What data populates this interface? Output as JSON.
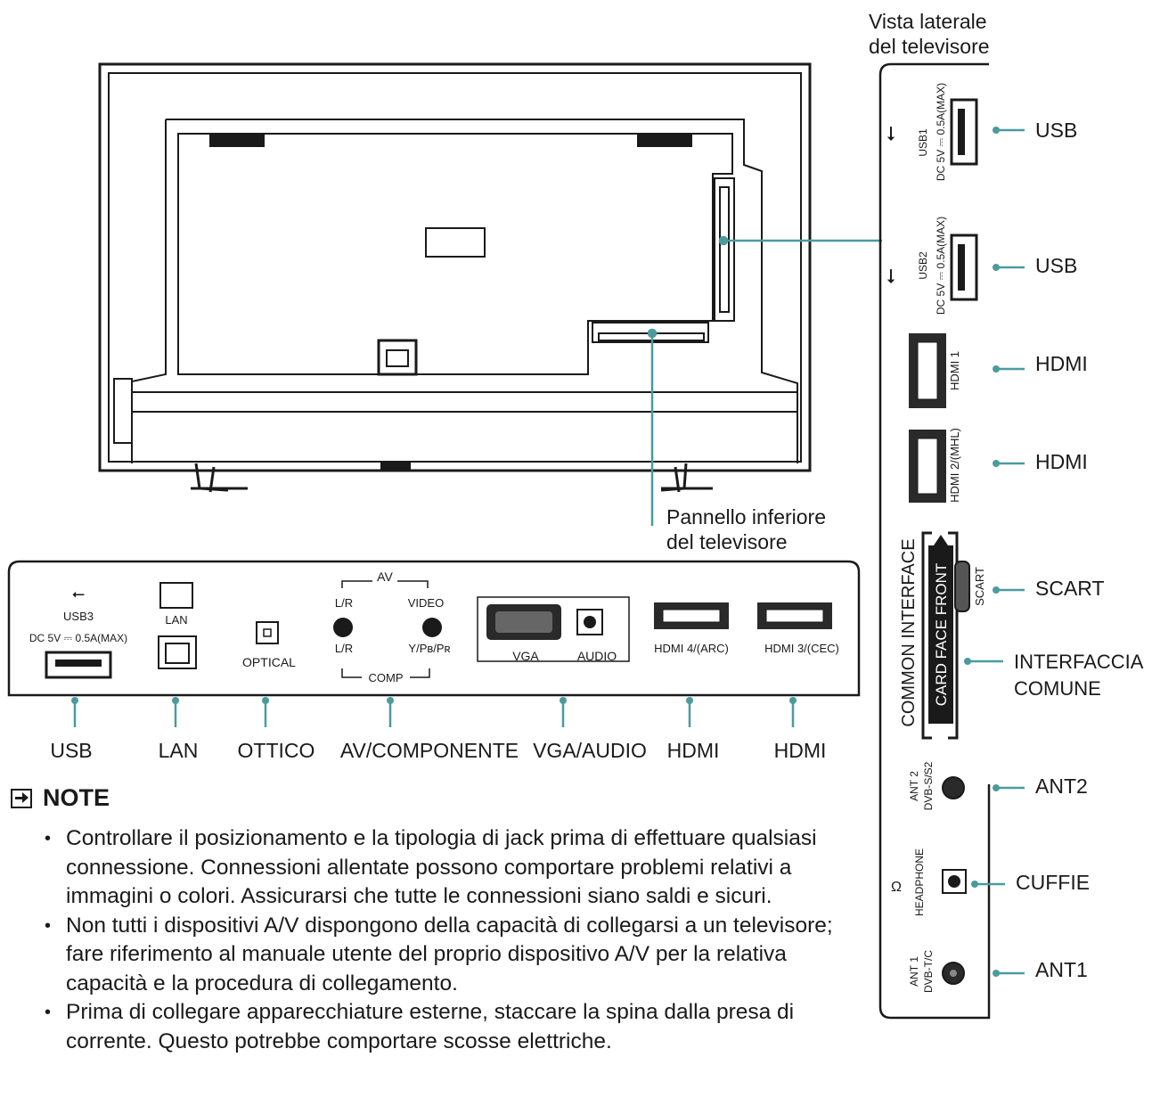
{
  "side_view": {
    "title_line1": "Vista laterale",
    "title_line2": "del televisore"
  },
  "bottom_view": {
    "title_line1": "Pannello inferiore",
    "title_line2": "del televisore"
  },
  "side_ports": {
    "usb1_name": "USB1",
    "usb1_rating": "DC 5V ⎓ 0.5A(MAX)",
    "usb2_name": "USB2",
    "usb2_rating": "DC 5V ⎓ 0.5A(MAX)",
    "hdmi1": "HDMI 1",
    "hdmi2": "HDMI 2/(MHL)",
    "common_interface": "COMMON INTERFACE",
    "card_face": "CARD FACE FRONT",
    "scart": "SCART",
    "ant2_line1": "ANT 2",
    "ant2_line2": "DVB-S/S2",
    "headphone": "HEADPHONE",
    "ant1_line1": "ANT 1",
    "ant1_line2": "DVB-T/C"
  },
  "side_callouts": {
    "usb_a": "USB",
    "usb_b": "USB",
    "hdmi_a": "HDMI",
    "hdmi_b": "HDMI",
    "scart": "SCART",
    "ci_line1": "INTERFACCIA",
    "ci_line2": "COMUNE",
    "ant2": "ANT2",
    "headphones": "CUFFIE",
    "ant1": "ANT1"
  },
  "bottom_ports": {
    "usb3": "USB3",
    "usb3_rating": "DC 5V ⎓ 0.5A(MAX)",
    "lan": "LAN",
    "optical": "OPTICAL",
    "av": "AV",
    "lr_top": "L/R",
    "video": "VIDEO",
    "lr_bottom": "L/R",
    "ypbpr": "Y/Pʙ/Pʀ",
    "comp": "COMP",
    "vga": "VGA",
    "audio": "AUDIO",
    "hdmi4": "HDMI 4/(ARC)",
    "hdmi3": "HDMI 3/(CEC)"
  },
  "bottom_callouts": {
    "usb": "USB",
    "lan": "LAN",
    "optical": "OTTICO",
    "av": "AV/COMPONENTE",
    "vga": "VGA/AUDIO",
    "hdmi_a": "HDMI",
    "hdmi_b": "HDMI"
  },
  "notes": {
    "heading": "NOTE",
    "items": [
      "Controllare il posizionamento e la tipologia di jack prima di effettuare qualsiasi connessione. Connessioni allentate possono comportare problemi relativi a immagini o colori. Assicurarsi che tutte le connessioni siano saldi e sicuri.",
      "Non tutti i dispositivi A/V dispongono della capacità di collegarsi a un televisore; fare riferimento al manuale utente del proprio dispositivo A/V per la relativa capacità e la procedura di collegamento.",
      "Prima di collegare apparecchiature esterne, staccare la spina dalla presa di corrente. Questo potrebbe comportare scosse elettriche."
    ]
  },
  "colors": {
    "line": "#1a1a1a",
    "callout": "#4a9b9e",
    "port": "#333333"
  }
}
